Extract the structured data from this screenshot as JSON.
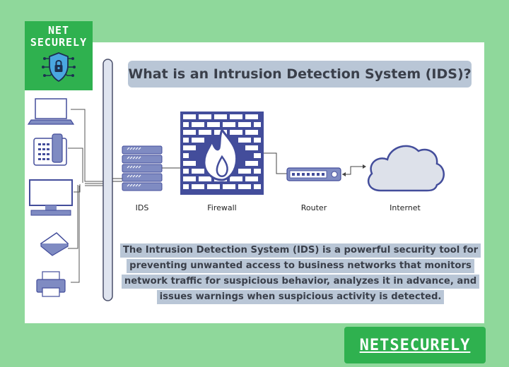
{
  "logo": {
    "line1": "NET",
    "line2": "SECURELY",
    "icon": "shield-lock-circuit-icon"
  },
  "title": "What is an Intrusion Detection System (IDS)?",
  "diagram": {
    "devices": [
      "laptop",
      "telephone",
      "desktop computer",
      "scanner",
      "printer"
    ],
    "nodes": [
      {
        "name": "ids",
        "label": "IDS"
      },
      {
        "name": "firewall",
        "label": "Firewall"
      },
      {
        "name": "router",
        "label": "Router"
      },
      {
        "name": "internet",
        "label": "Internet"
      }
    ]
  },
  "description": [
    "The Intrusion Detection System (IDS) is a powerful security tool for",
    "preventing unwanted access to business networks that monitors",
    "network traffic for suspicious behavior, analyzes it in advance, and",
    "issues warnings when suspicious activity is detected."
  ],
  "brand": "NETSECURELY",
  "colors": {
    "background": "#8fd89b",
    "green": "#2fb14f",
    "pill": "#b9c6d6",
    "icon_fill": "#7f8bc2",
    "icon_stroke": "#434d9b"
  }
}
